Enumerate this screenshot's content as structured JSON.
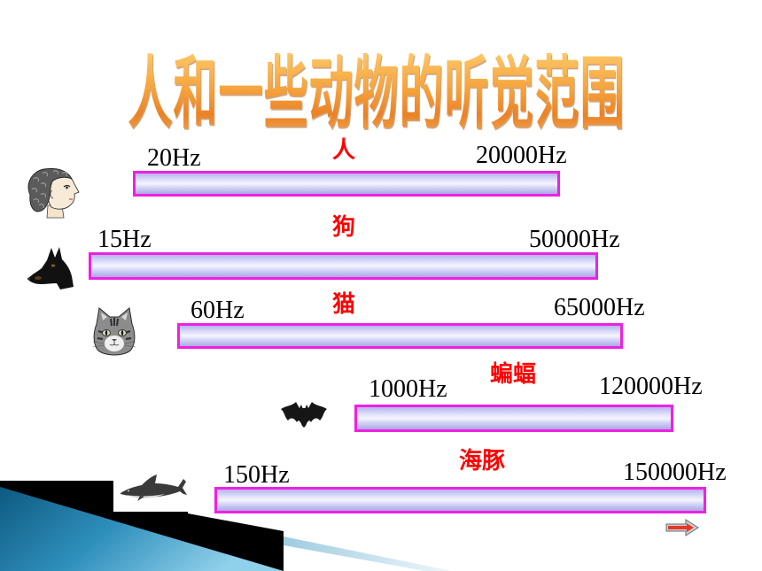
{
  "title": "人和一些动物的听觉范围",
  "rows": [
    {
      "name": "人",
      "min_label": "20Hz",
      "max_label": "20000Hz",
      "icon": "human-head-icon"
    },
    {
      "name": "狗",
      "min_label": "15Hz",
      "max_label": "50000Hz",
      "icon": "dog-icon"
    },
    {
      "name": "猫",
      "min_label": "60Hz",
      "max_label": "65000Hz",
      "icon": "cat-icon"
    },
    {
      "name": "蝙蝠",
      "min_label": "1000Hz",
      "max_label": "120000Hz",
      "icon": "bat-icon"
    },
    {
      "name": "海豚",
      "min_label": "150Hz",
      "max_label": "150000Hz",
      "icon": "dolphin-icon"
    }
  ],
  "nav": {
    "next_icon": "arrow-right-icon"
  },
  "colors": {
    "title": "#f39a36",
    "animal_name": "#ff0000",
    "bar_border": "#f020e0",
    "label_text": "#000000",
    "accent_blue": "#2f8fbc"
  }
}
